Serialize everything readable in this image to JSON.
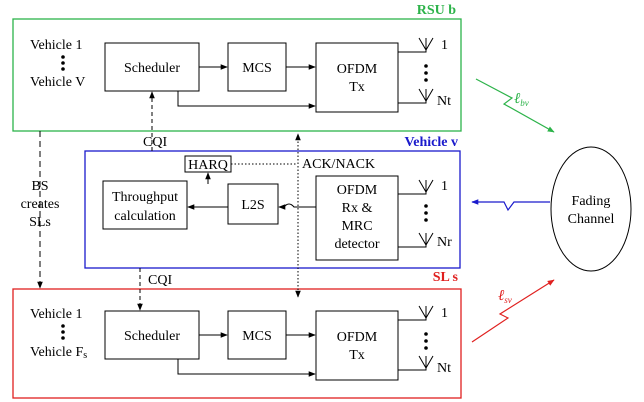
{
  "rsu": {
    "title": "RSU b",
    "color": "#2db34a",
    "vehicle_first": "Vehicle 1",
    "vehicle_last": "Vehicle V",
    "scheduler": "Scheduler",
    "mcs": "MCS",
    "ofdm_line1": "OFDM",
    "ofdm_line2": "Tx",
    "antenna_first": "1",
    "antenna_last": "Nt"
  },
  "vehicle": {
    "title": "Vehicle v",
    "color": "#1a1acc",
    "harq": "HARQ",
    "ack": "ACK/NACK",
    "throughput_line1": "Throughput",
    "throughput_line2": "calculation",
    "l2s": "L2S",
    "ofdm_line1": "OFDM",
    "ofdm_line2": "Rx &",
    "ofdm_line3": "MRC",
    "ofdm_line4": "detector",
    "antenna_first": "1",
    "antenna_last": "Nr"
  },
  "sl": {
    "title": "SL s",
    "color": "#e0201f",
    "vehicle_first": "Vehicle 1",
    "vehicle_last_base": "Vehicle F",
    "vehicle_last_sub": "s",
    "scheduler": "Scheduler",
    "mcs": "MCS",
    "ofdm_line1": "OFDM",
    "ofdm_line2": "Tx",
    "antenna_first": "1",
    "antenna_last": "Nt"
  },
  "cqi_top": "CQI",
  "cqi_bottom": "CQI",
  "bs_line1": "BS",
  "bs_line2": "creates",
  "bs_line3": "SLs",
  "channel_line1": "Fading",
  "channel_line2": "Channel",
  "link_bv": {
    "base": "ℓ",
    "sub": "bv"
  },
  "link_sv": {
    "base": "ℓ",
    "sub": "sv"
  }
}
